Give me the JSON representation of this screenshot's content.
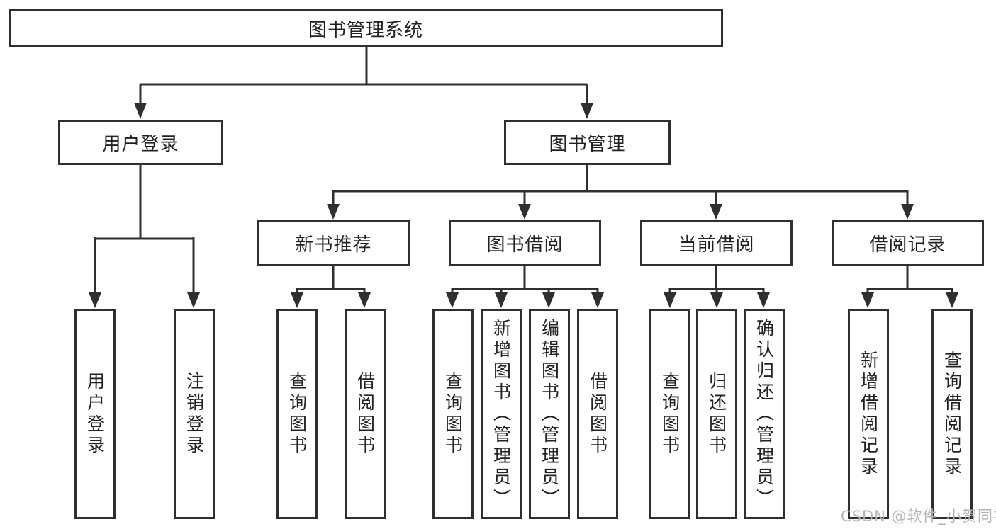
{
  "tree": {
    "root": {
      "label": "图书管理系统"
    },
    "level1": [
      {
        "label": "用户登录",
        "children": [
          {
            "label": "用户登录"
          },
          {
            "label": "注销登录"
          }
        ]
      },
      {
        "label": "图书管理",
        "children": [
          {
            "label": "新书推荐",
            "children": [
              {
                "label": "查询图书"
              },
              {
                "label": "借阅图书"
              }
            ]
          },
          {
            "label": "图书借阅",
            "children": [
              {
                "label": "查询图书"
              },
              {
                "label": "新增图书（管理员）"
              },
              {
                "label": "编辑图书（管理员）"
              },
              {
                "label": "借阅图书"
              }
            ]
          },
          {
            "label": "当前借阅",
            "children": [
              {
                "label": "查询图书"
              },
              {
                "label": "归还图书"
              },
              {
                "label": "确认归还（管理员）"
              }
            ]
          },
          {
            "label": "借阅记录",
            "children": [
              {
                "label": "新增借阅记录"
              },
              {
                "label": "查询借阅记录"
              }
            ]
          }
        ]
      }
    ]
  },
  "colors": {
    "line": "#2f2f2f",
    "text": "#212121",
    "box_background": "#ffffff",
    "watermark": "#b5b5b5"
  },
  "watermark": {
    "text": "CSDN @软件_小贺同学"
  }
}
